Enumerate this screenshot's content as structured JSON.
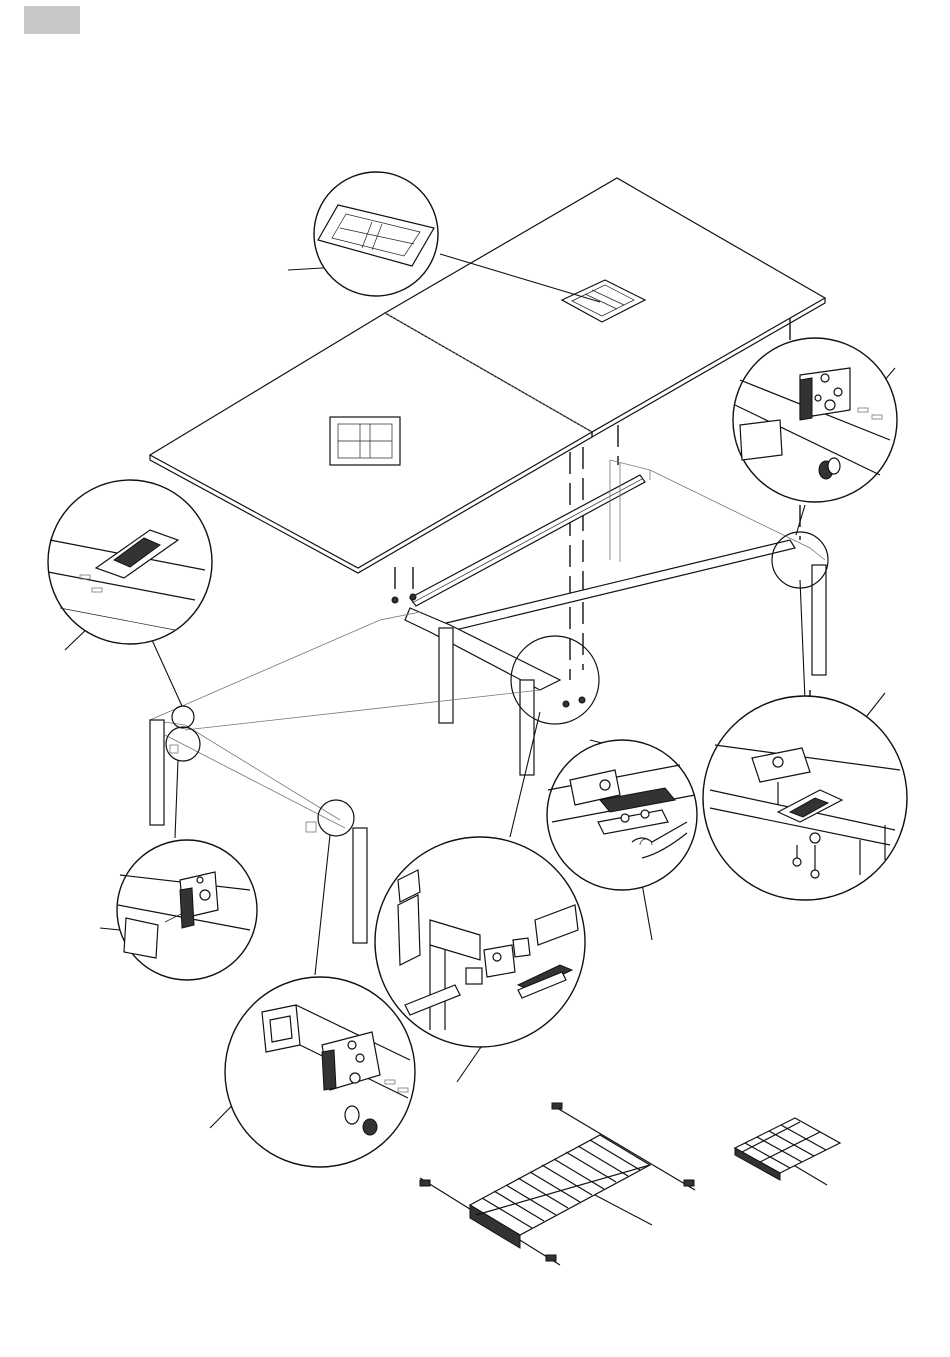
{
  "page": {
    "tab_color": "#c8c8c8",
    "line_color": "#111111"
  },
  "illustration": {
    "callouts": [
      {
        "id": "grommet-detail",
        "icon": "cable-port-cover"
      },
      {
        "id": "corner-bracket-right",
        "icon": "corner-bracket"
      },
      {
        "id": "top-clip-left",
        "icon": "mounting-clip"
      },
      {
        "id": "center-clip-detail",
        "icon": "mounting-clip"
      },
      {
        "id": "clip-mount-right",
        "icon": "mounting-clip"
      },
      {
        "id": "end-cap-detail",
        "icon": "corner-bracket"
      },
      {
        "id": "center-leg-joint",
        "icon": "leg-joint"
      },
      {
        "id": "corner-bracket-front",
        "icon": "corner-bracket"
      }
    ],
    "parts": [
      "desktop-panel-left",
      "desktop-panel-right",
      "frame",
      "cable-tray-large",
      "cable-tray-small"
    ]
  }
}
